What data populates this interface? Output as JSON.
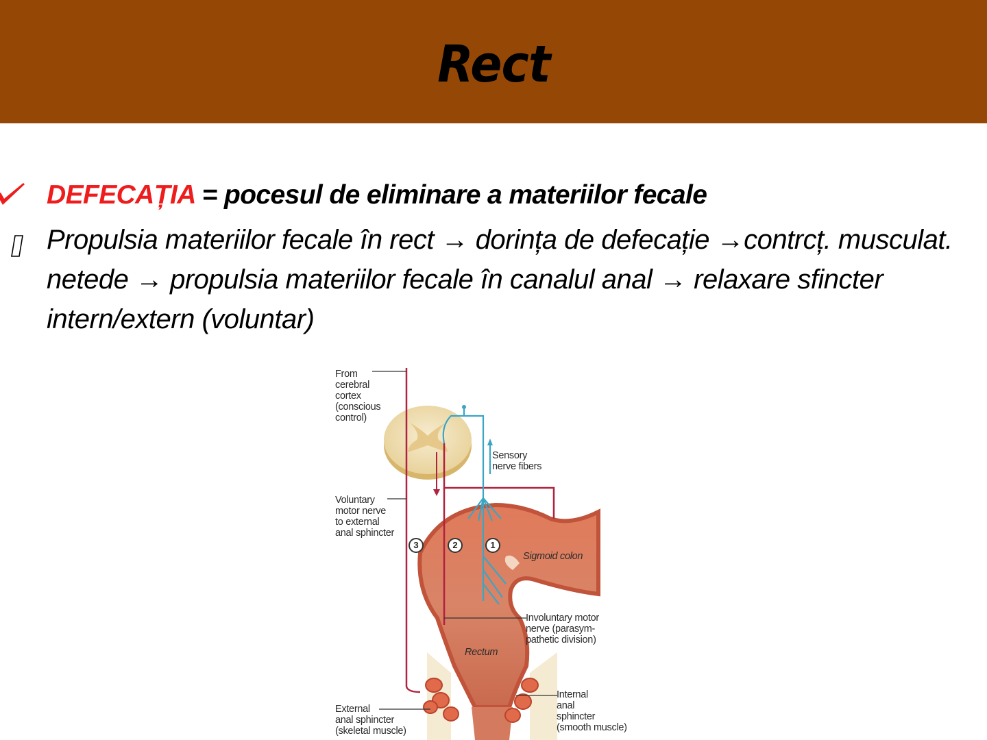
{
  "slide": {
    "title": "Rect",
    "colors": {
      "title_bar": "#954806",
      "accent_red": "#ee1c1c",
      "text": "#000000"
    },
    "bullets": [
      {
        "marker_icon": "checkmark-icon",
        "term": "DEFECAȚIA",
        "definition": " = pocesul de eliminare a materiilor fecale"
      },
      {
        "marker_icon": "missing-glyph-box-icon",
        "text": "Propulsia materiilor fecale în rect → dorința de defecație →contrcț. musculat. netede → propulsia materiilor fecale în canalul anal → relaxare sfincter intern/extern (voluntar)"
      }
    ],
    "diagram": {
      "labels": {
        "cerebral": "From\ncerebral\ncortex\n(conscious\ncontrol)",
        "sensory": "Sensory\nnerve fibers",
        "voluntary": "Voluntary\nmotor nerve\nto external\nanal sphincter",
        "sigmoid": "Sigmoid colon",
        "involuntary": "Involuntary motor\nnerve (parasym-\npathetic division)",
        "rectum": "Rectum",
        "internal": "Internal\nanal\nsphincter\n(smooth muscle)",
        "external": "External\nanal sphincter\n(skeletal muscle)"
      },
      "steps": [
        "3",
        "2",
        "1"
      ]
    }
  }
}
